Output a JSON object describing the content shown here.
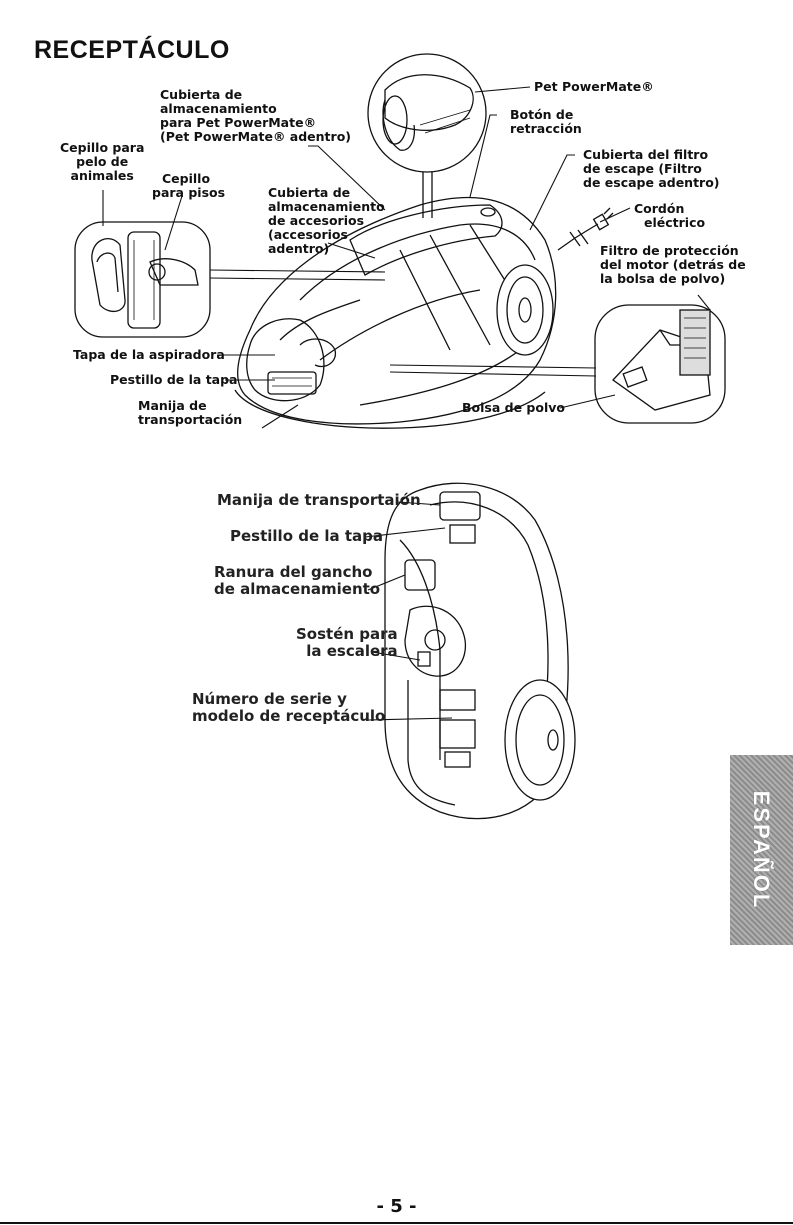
{
  "title": "RECEPTÁCULO",
  "top_labels": {
    "storage_cover": [
      "Cubierta de",
      "almacenamiento",
      "para Pet PowerMate®",
      "(Pet PowerMate® adentro)"
    ],
    "pet_brush": [
      "Cepillo para",
      "pelo de",
      "animales"
    ],
    "floor_brush": [
      "Cepillo",
      "para pisos"
    ],
    "accessory_cover": [
      "Cubierta de",
      "almacenamiento",
      "de accesorios",
      "(accesorios",
      "adentro)"
    ],
    "pet_powermate": [
      "Pet PowerMate®"
    ],
    "retract_button": [
      "Botón de",
      "retracción"
    ],
    "exhaust_filter_cover": [
      "Cubierta del filtro",
      "de escape (Filtro",
      "de escape adentro)"
    ],
    "power_cord": [
      "Cordón",
      "eléctrico"
    ],
    "motor_filter": [
      "Filtro de protección",
      "del motor (detrás de",
      "la bolsa de polvo)"
    ],
    "lid": [
      "Tapa de la aspiradora"
    ],
    "lid_latch": [
      "Pestillo de la tapa"
    ],
    "carry_handle": [
      "Manija de",
      "transportación"
    ],
    "dust_bag": [
      "Bolsa de polvo"
    ]
  },
  "bottom_labels": {
    "carry_handle": [
      "Manija de transportaión"
    ],
    "lid_latch": [
      "Pestillo de la tapa"
    ],
    "hook_slot": [
      "Ranura del gancho",
      "de almacenamiento"
    ],
    "stair_holder": [
      "Sostén para",
      "la escalera"
    ],
    "serial": [
      "Número de serie y",
      "modelo de receptáculo"
    ]
  },
  "side_tab": "ESPAÑOL",
  "page_number": "- 5 -"
}
